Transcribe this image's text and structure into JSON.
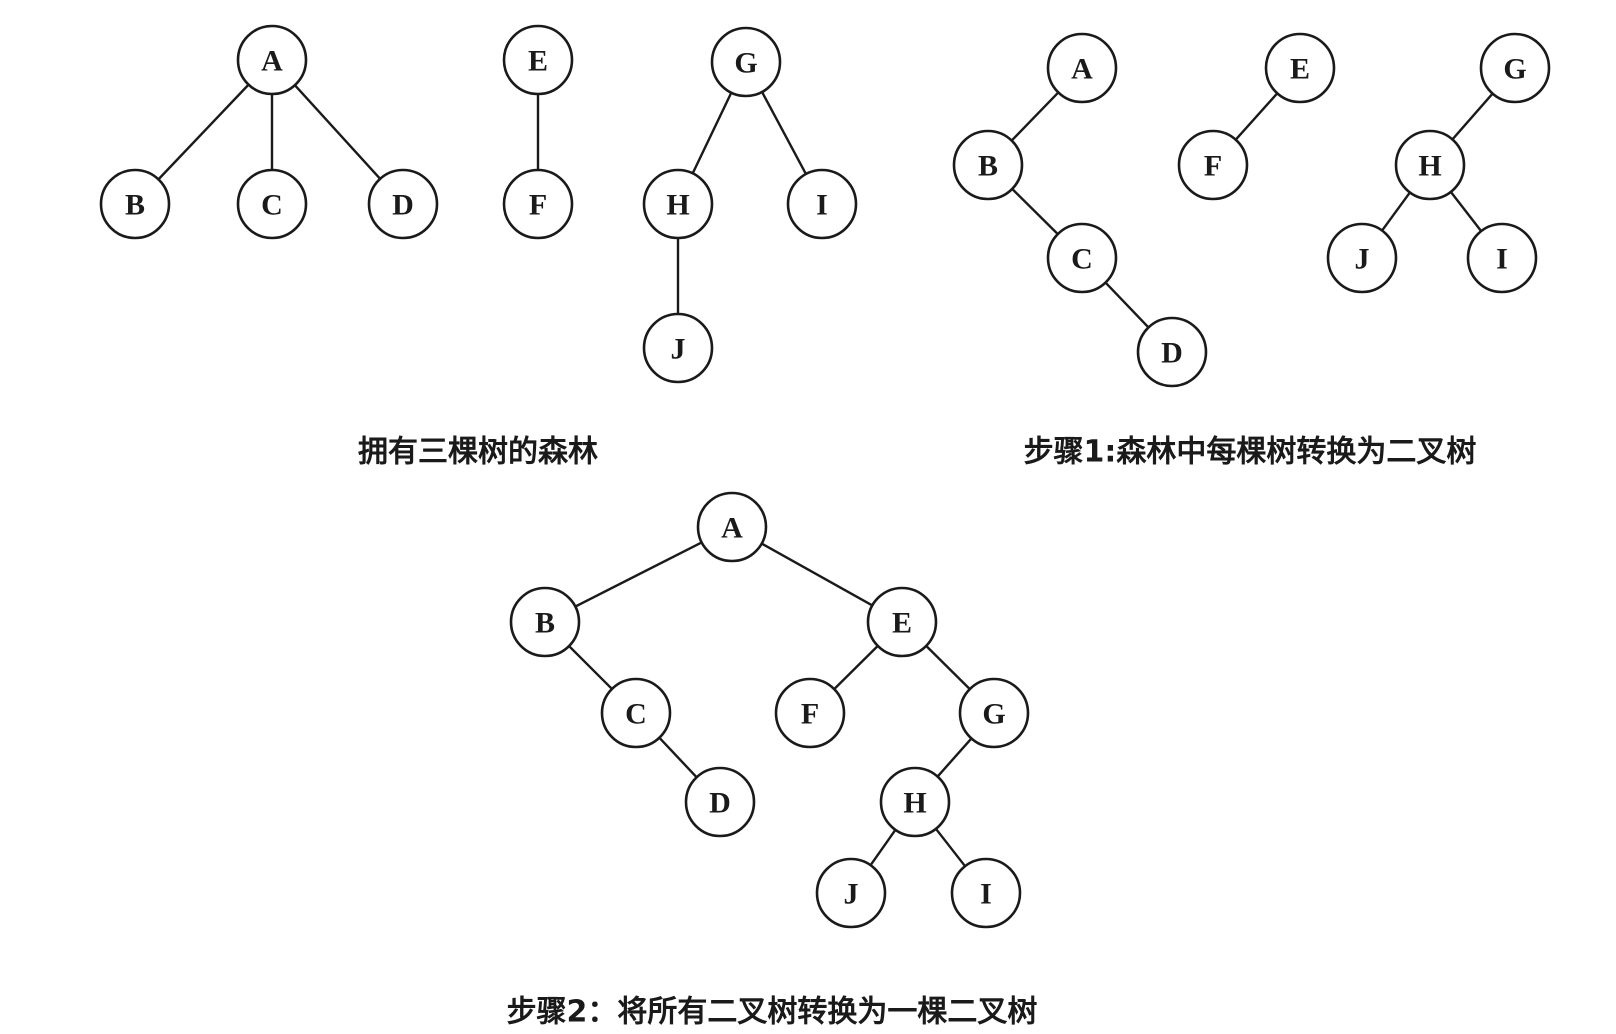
{
  "panels": [
    {
      "id": "forest",
      "caption": "拥有三棵树的森林",
      "nodes": [
        {
          "id": "A",
          "label": "A"
        },
        {
          "id": "B",
          "label": "B"
        },
        {
          "id": "C",
          "label": "C"
        },
        {
          "id": "D",
          "label": "D"
        },
        {
          "id": "E",
          "label": "E"
        },
        {
          "id": "F",
          "label": "F"
        },
        {
          "id": "G",
          "label": "G"
        },
        {
          "id": "H",
          "label": "H"
        },
        {
          "id": "I",
          "label": "I"
        },
        {
          "id": "J",
          "label": "J"
        }
      ],
      "edges": [
        [
          "A",
          "B"
        ],
        [
          "A",
          "C"
        ],
        [
          "A",
          "D"
        ],
        [
          "E",
          "F"
        ],
        [
          "G",
          "H"
        ],
        [
          "G",
          "I"
        ],
        [
          "H",
          "J"
        ]
      ]
    },
    {
      "id": "step1",
      "caption": "步骤1:森林中每棵树转换为二叉树",
      "nodes": [
        {
          "id": "A",
          "label": "A"
        },
        {
          "id": "B",
          "label": "B"
        },
        {
          "id": "C",
          "label": "C"
        },
        {
          "id": "D",
          "label": "D"
        },
        {
          "id": "E",
          "label": "E"
        },
        {
          "id": "F",
          "label": "F"
        },
        {
          "id": "G",
          "label": "G"
        },
        {
          "id": "H",
          "label": "H"
        },
        {
          "id": "J",
          "label": "J"
        },
        {
          "id": "I",
          "label": "I"
        }
      ],
      "edges": [
        [
          "A",
          "B"
        ],
        [
          "B",
          "C"
        ],
        [
          "C",
          "D"
        ],
        [
          "E",
          "F"
        ],
        [
          "G",
          "H"
        ],
        [
          "H",
          "J"
        ],
        [
          "H",
          "I"
        ]
      ]
    },
    {
      "id": "step2",
      "caption": "步骤2：将所有二叉树转换为一棵二叉树",
      "nodes": [
        {
          "id": "A",
          "label": "A"
        },
        {
          "id": "B",
          "label": "B"
        },
        {
          "id": "C",
          "label": "C"
        },
        {
          "id": "D",
          "label": "D"
        },
        {
          "id": "E",
          "label": "E"
        },
        {
          "id": "F",
          "label": "F"
        },
        {
          "id": "G",
          "label": "G"
        },
        {
          "id": "H",
          "label": "H"
        },
        {
          "id": "J",
          "label": "J"
        },
        {
          "id": "I",
          "label": "I"
        }
      ],
      "edges": [
        [
          "A",
          "B"
        ],
        [
          "B",
          "C"
        ],
        [
          "C",
          "D"
        ],
        [
          "A",
          "E"
        ],
        [
          "E",
          "F"
        ],
        [
          "E",
          "G"
        ],
        [
          "G",
          "H"
        ],
        [
          "H",
          "J"
        ],
        [
          "H",
          "I"
        ]
      ]
    }
  ]
}
